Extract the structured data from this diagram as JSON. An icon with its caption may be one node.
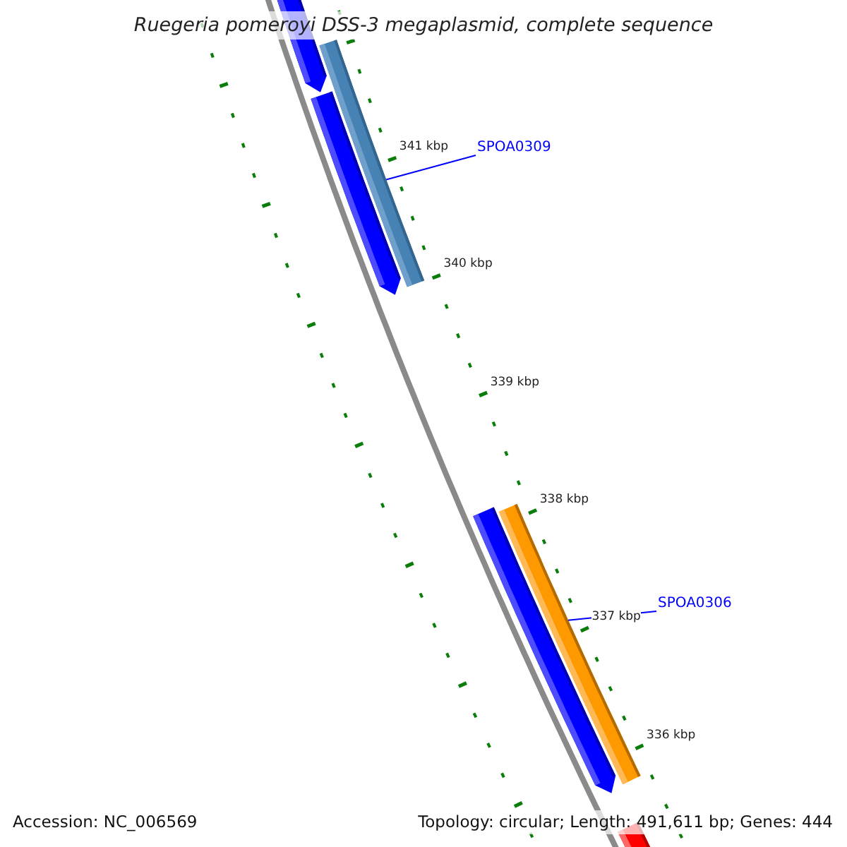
{
  "diagram": {
    "title": "Ruegeria pomeroyi DSS-3 megaplasmid, complete sequence",
    "nodes": [
      {
        "text": [
          "SPOA0309"
        ]
      },
      {
        "text": [],
        "shape": "bar"
      },
      {
        "text": [
          "SPOA0306"
        ]
      },
      {
        "text": [],
        "shape": "bar"
      }
    ],
    "edges": [
      {
        "from": 0,
        "to": 1,
        "arrow": "none"
      },
      {
        "from": 2,
        "to": 3,
        "arrow": "none"
      }
    ],
    "labels": [
      "341 kbp",
      "340 kbp",
      "339 kbp",
      "338 kbp",
      "337 kbp",
      "336 kbp",
      "Accession: NC_006569",
      "Topology: circular; Length: 491,611 bp; Genes: 444"
    ]
  }
}
